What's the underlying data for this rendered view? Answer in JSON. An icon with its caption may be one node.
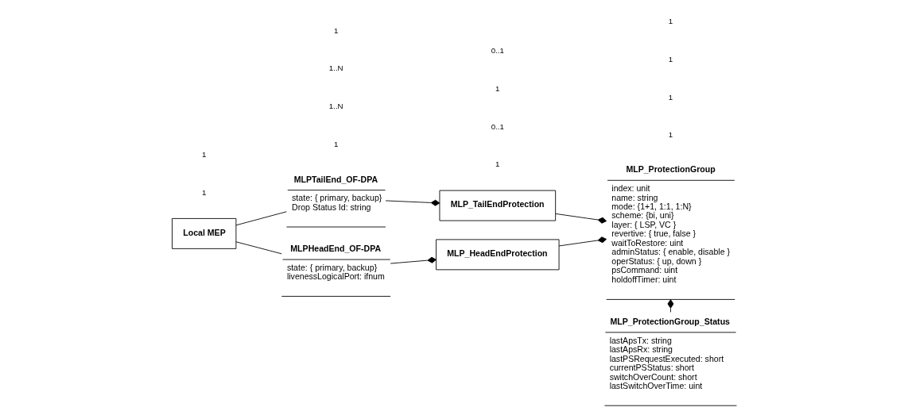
{
  "diagram": {
    "nodes": [
      {
        "text": [
          "MLPTailEnd_OF-DPA",
          "state: { primary, backup}",
          "Drop Status Id: string"
        ]
      },
      {
        "text": [
          "MLP_TailEndProtection"
        ]
      },
      {
        "text": [
          "MLP_ProtectionGroup",
          "index: unit",
          "name: string",
          "mode: {1+1, 1:1, 1:N}",
          "scheme: {bi, uni}",
          "layer: { LSP, VC }",
          "revertive: { true, false }",
          "waitToRestore: uint",
          "adminStatus: { enable, disable }",
          "operStatus: { up, down }",
          "psCommand: uint",
          "holdoffTimer: uint"
        ]
      },
      {
        "text": [
          "Local MEP"
        ]
      },
      {
        "text": [
          "MLPHeadEnd_OF-DPA",
          "state: { primary, backup}",
          "livenessLogicalPort: ifnum"
        ]
      },
      {
        "text": [
          "MLP_HeadEndProtection"
        ]
      },
      {
        "text": [
          "MLP_ProtectionGroup_Status",
          "lastApsTx: string",
          "lastApsRx: string",
          "lastPSRequestExecuted: short",
          "currentPSStatus: short",
          "switchOverCount: short",
          "lastSwitchOverTime: uint"
        ]
      }
    ],
    "edges": [
      {
        "from": 3,
        "to": 0,
        "arrow": "none"
      },
      {
        "from": 3,
        "to": 4,
        "arrow": "none"
      },
      {
        "from": 0,
        "to": 1,
        "arrow": "other"
      },
      {
        "from": 4,
        "to": 5,
        "arrow": "other"
      },
      {
        "from": 1,
        "to": 2,
        "arrow": "other"
      },
      {
        "from": 5,
        "to": 2,
        "arrow": "other"
      },
      {
        "from": 6,
        "to": 2,
        "arrow": "other"
      }
    ],
    "labels": [
      "1",
      "1..N",
      "1",
      "1",
      "0..1",
      "1",
      "1",
      "1..N",
      "1",
      "1",
      "0..1",
      "1",
      "1",
      "1"
    ]
  }
}
